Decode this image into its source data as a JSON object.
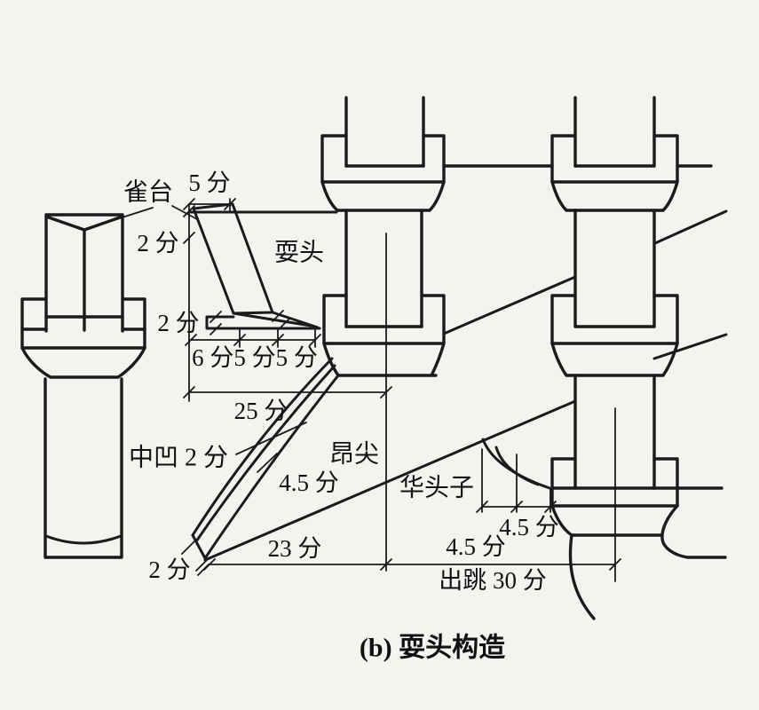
{
  "figure": {
    "caption": "(b) 耍头构造",
    "colors": {
      "background": "#f5f3f0",
      "line": "#1b1b1b",
      "text": "#111111"
    },
    "labels": {
      "quetai": "雀台",
      "shuatou": "耍头",
      "angjian": "昂尖",
      "huatouzi": "华头子",
      "zhongao": "中凹 2 分",
      "dim_5fen": "5 分",
      "dim_2fen_top": "2 分",
      "dim_2fen_mid": "2 分",
      "dim_655": "6 分5 分5 分",
      "dim_25fen": "25 分",
      "dim_45fen_ang": "4.5 分",
      "dim_23fen": "23 分",
      "dim_2fen_tip": "2 分",
      "dim_45fen_a": "4.5 分",
      "dim_45fen_b": "4.5 分",
      "dim_chutiao": "出跳 30 分"
    }
  }
}
